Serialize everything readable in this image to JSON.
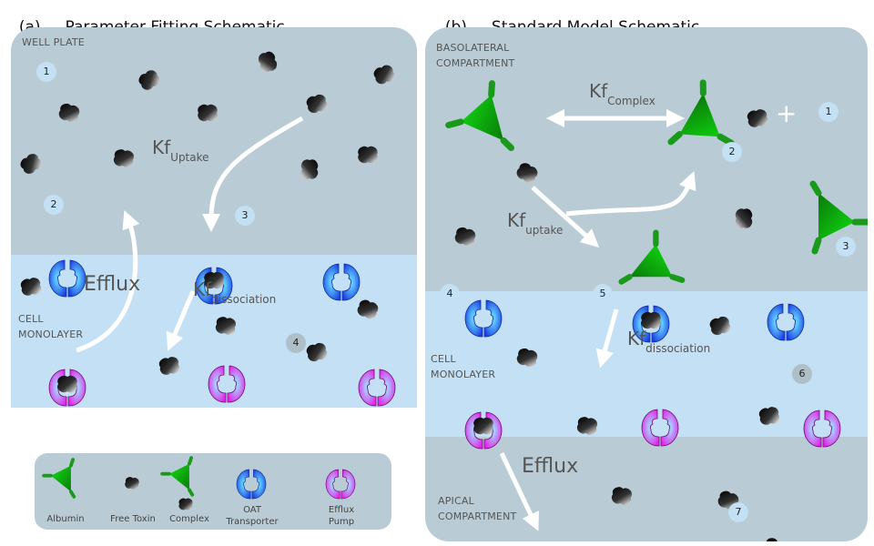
{
  "panel_a": {
    "title_letter": "(a)",
    "title": "Parameter Fitting Schematic",
    "region_top": "WELL PLATE",
    "region_bottom_line1": "CELL",
    "region_bottom_line2": "MONOLAYER",
    "kf_uptake": {
      "base": "Kf",
      "sub": "Uptake"
    },
    "kf_dissociation": {
      "base": "Kf",
      "sub": "dissociation"
    },
    "efflux": "Efflux",
    "markers": [
      "1",
      "2",
      "3",
      "4"
    ]
  },
  "legend": {
    "items": [
      {
        "label": "Albumin"
      },
      {
        "label": "Free Toxin"
      },
      {
        "label": "Complex"
      },
      {
        "label_line1": "OAT",
        "label_line2": "Transporter"
      },
      {
        "label_line1": "Efflux",
        "label_line2": "Pump"
      }
    ]
  },
  "panel_b": {
    "title_letter": "(b)",
    "title": "Standard Model Schematic",
    "region_top_line1": "BASOLATERAL",
    "region_top_line2": "COMPARTMENT",
    "region_mid_line1": "CELL",
    "region_mid_line2": "MONOLAYER",
    "region_bottom_line1": "APICAL",
    "region_bottom_line2": "COMPARTMENT",
    "kf_complex": {
      "base": "Kf",
      "sub": "Complex"
    },
    "kf_uptake": {
      "base": "Kf",
      "sub": "uptake"
    },
    "kf_dissociation": {
      "base": "Kf",
      "sub": "dissociation"
    },
    "efflux": "Efflux",
    "plus": "+",
    "markers": [
      "1",
      "2",
      "3",
      "4",
      "5",
      "6",
      "7"
    ]
  },
  "colors": {
    "compartment": "#b9ccd5",
    "monolayer": "#c3e0f4",
    "albumin": "#1ea81e",
    "oat": "#1e5ae6",
    "efflux_pump": "#e01ee6",
    "marker": "#c3e0f4"
  }
}
